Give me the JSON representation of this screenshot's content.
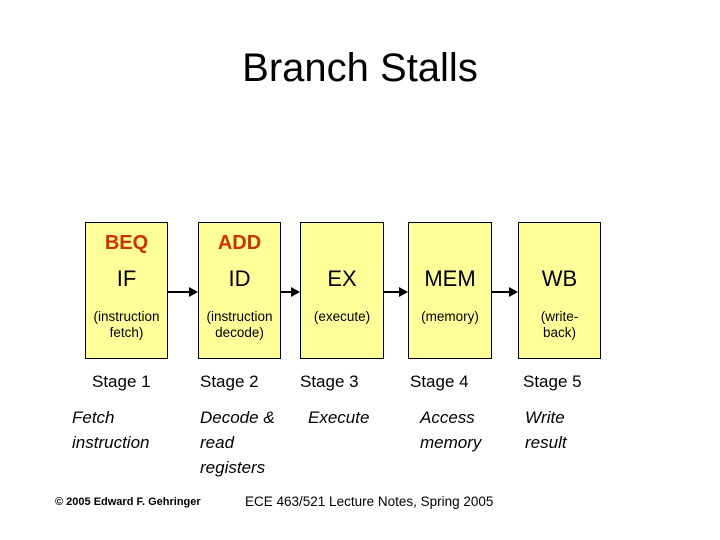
{
  "slide": {
    "title": "Branch Stalls",
    "footer_left": "© 2005 Edward F. Gehringer",
    "footer_center": "ECE 463/521 Lecture Notes, Spring 2005"
  },
  "pipeline": {
    "stages": [
      {
        "instruction": "BEQ",
        "abbr": "IF",
        "full": "(instruction fetch)",
        "stage_label": "Stage 1",
        "description": "Fetch instruction"
      },
      {
        "instruction": "ADD",
        "abbr": "ID",
        "full": "(instruction decode)",
        "stage_label": "Stage 2",
        "description": "Decode & read registers"
      },
      {
        "instruction": "",
        "abbr": "EX",
        "full": "(execute)",
        "stage_label": "Stage 3",
        "description": "Execute"
      },
      {
        "instruction": "",
        "abbr": "MEM",
        "full": "(memory)",
        "stage_label": "Stage 4",
        "description": "Access memory"
      },
      {
        "instruction": "",
        "abbr": "WB",
        "full": "(write-back)",
        "stage_label": "Stage 5",
        "description": "Write result"
      }
    ],
    "colors": {
      "box_fill": "#FFFF99",
      "box_border": "#000000",
      "instruction_label": "#CC3300",
      "arrow": "#000000",
      "background": "#FFFFFF"
    }
  }
}
